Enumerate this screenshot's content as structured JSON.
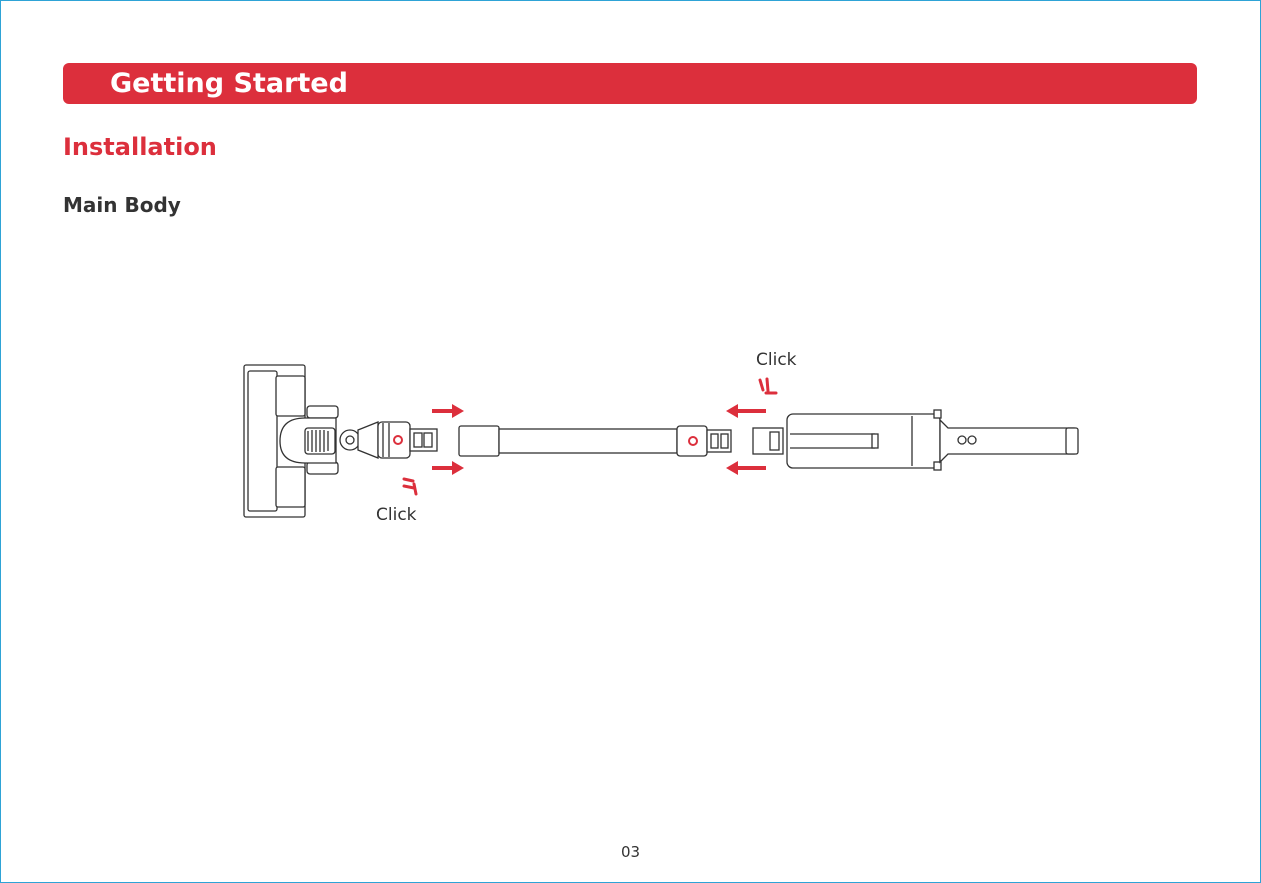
{
  "header": {
    "title": "Getting Started"
  },
  "section": {
    "title": "Installation"
  },
  "subsection": {
    "title": "Main Body"
  },
  "diagram": {
    "click_top": "Click",
    "click_bottom": "Click"
  },
  "footer": {
    "page_number": "03"
  },
  "colors": {
    "accent": "#dc2f3c",
    "text": "#333333",
    "line": "#333333",
    "frame": "#2ea3d6"
  },
  "icons": [
    "arrow-right-icon",
    "arrow-left-icon",
    "click-burst-icon",
    "release-button-icon"
  ]
}
